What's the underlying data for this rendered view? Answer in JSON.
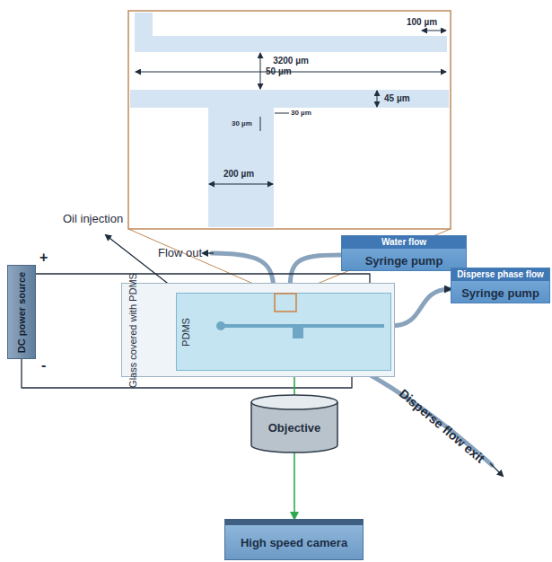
{
  "diagram": {
    "nodes": [
      {
        "text": [
          "Water flow",
          "Syringe pump"
        ]
      },
      {
        "text": [
          "Disperse phase flow",
          "Syringe pump"
        ]
      },
      {
        "text": [
          "DC power source"
        ]
      },
      {
        "text": [
          "Glass covered with PDMS"
        ]
      },
      {
        "text": [
          "PDMS"
        ],
        "in": 3
      },
      {
        "text": [
          "Objective"
        ]
      },
      {
        "text": [
          "High speed camera"
        ]
      }
    ],
    "edges": [
      {
        "from": 0,
        "to": 4,
        "arrow": "none"
      },
      {
        "from": 4,
        "to": 1,
        "arrow": "to"
      },
      {
        "from": 2,
        "to": 3,
        "arrow": "none"
      },
      {
        "from": 2,
        "to": 3,
        "arrow": "none"
      },
      {
        "from": 4,
        "to": 5,
        "arrow": "none"
      },
      {
        "from": 5,
        "to": 6,
        "arrow": "to"
      }
    ],
    "labels": [
      "Oil injection",
      "Flow out",
      "Disperse flow exit",
      "+",
      "-",
      "100 µm",
      "3200 µm",
      "50 µm",
      "45 µm",
      "30 µm",
      "30 µm",
      "200 µm"
    ]
  }
}
